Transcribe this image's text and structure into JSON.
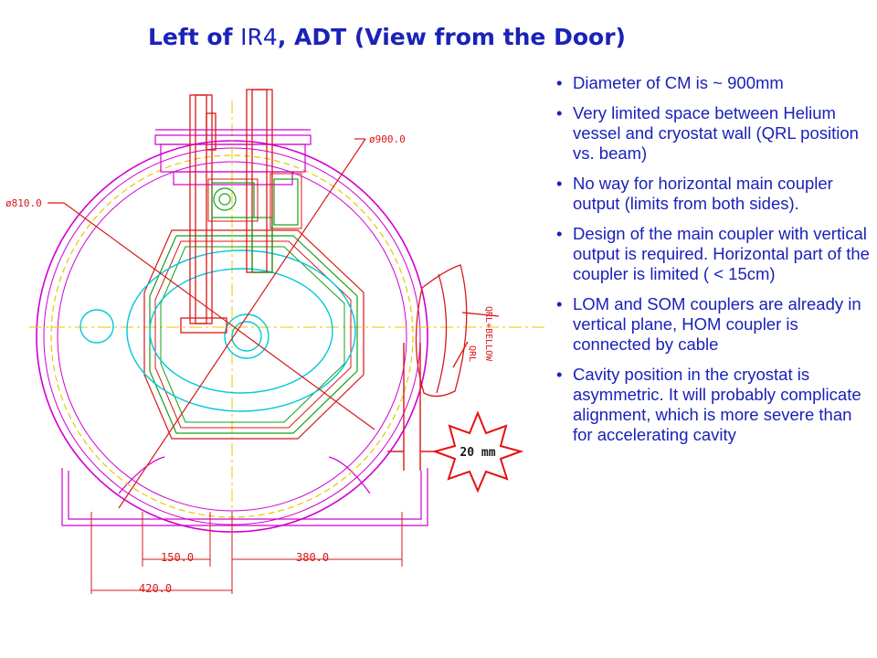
{
  "slide": {
    "title_prefix": "Left of ",
    "title_ir": "IR4",
    "title_suffix": ", ADT (View from the Door)"
  },
  "drawing": {
    "labels": {
      "diameter_outer": "ø900.0",
      "diameter_inner": "ø810.0",
      "dim_150": "150.0",
      "dim_380": "380.0",
      "dim_420": "420.0",
      "qrl_bellow": "QRL+BELLOW",
      "qrl": "QRL"
    },
    "callout": "20 mm"
  },
  "bullets": [
    "Diameter of CM is ~ 900mm",
    "Very limited space between Helium vessel and cryostat wall (QRL position vs. beam)",
    "No way for horizontal main coupler output (limits from both sides).",
    "Design of the main coupler with vertical output is required. Horizontal part of the coupler is limited ( < 15cm)",
    "LOM and SOM couplers are already in vertical plane, HOM coupler is connected by cable",
    "Cavity position in the cryostat is asymmetric. It will probably complicate alignment, which is more severe than for accelerating cavity"
  ],
  "colors": {
    "title": "#1a22b8",
    "magenta": "#d000d0",
    "red": "#d81818",
    "green": "#18a018",
    "cyan": "#00c8d8",
    "yellow": "#e8c800",
    "callout_border": "#e81010"
  }
}
